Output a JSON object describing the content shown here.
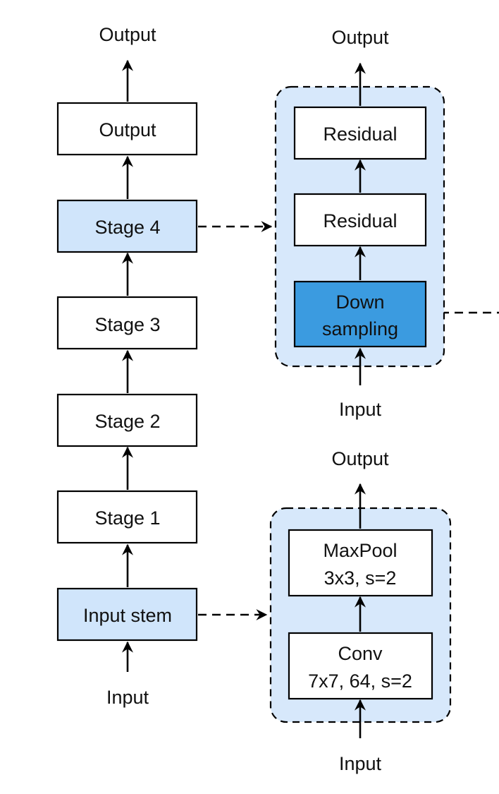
{
  "main_column": {
    "top_label": "Output",
    "bottom_label": "Input",
    "blocks": {
      "output": "Output",
      "stage4": "Stage 4",
      "stage3": "Stage 3",
      "stage2": "Stage 2",
      "stage1": "Stage 1",
      "input_stem": "Input stem"
    }
  },
  "stage_detail": {
    "top_label": "Output",
    "bottom_label": "Input",
    "residual_top": "Residual",
    "residual_bottom": "Residual",
    "downsampling_line1": "Down",
    "downsampling_line2": "sampling"
  },
  "stem_detail": {
    "top_label": "Output",
    "bottom_label": "Input",
    "maxpool_line1": "MaxPool",
    "maxpool_line2": "3x3, s=2",
    "conv_line1": "Conv",
    "conv_line2": "7x7, 64, s=2"
  },
  "colors": {
    "highlight_light": "#d0e5fb",
    "highlight_dark": "#3b9be0",
    "container_fill": "#d7e8fb"
  }
}
